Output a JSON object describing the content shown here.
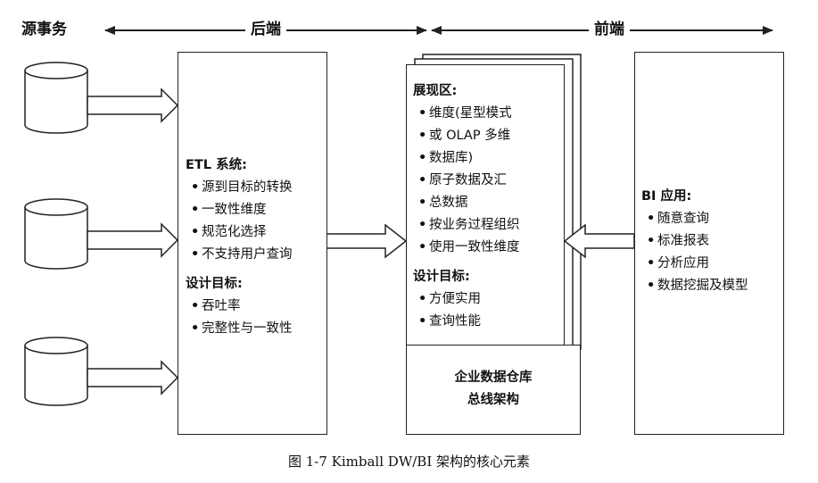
{
  "headers": {
    "source": "源事务",
    "backend": "后端",
    "frontend": "前端"
  },
  "etl": {
    "title": "ETL 系统:",
    "items": [
      "源到目标的转换",
      "一致性维度",
      "规范化选择",
      "不支持用户查询"
    ],
    "goals_title": "设计目标:",
    "goals": [
      "吞吐率",
      "完整性与一致性"
    ]
  },
  "presentation": {
    "title": "展现区:",
    "items": [
      "维度(星型模式",
      "或 OLAP 多维",
      "数据库)",
      "原子数据及汇",
      "总数据",
      "按业务过程组织",
      "使用一致性维度"
    ],
    "goals_title": "设计目标:",
    "goals": [
      "方便实用",
      "查询性能"
    ],
    "bus_line1": "企业数据仓库",
    "bus_line2": "总线架构"
  },
  "bi": {
    "title": "BI 应用:",
    "items": [
      "随意查询",
      "标准报表",
      "分析应用",
      "数据挖掘及模型"
    ]
  },
  "caption": "图 1-7 Kimball DW/BI 架构的核心元素",
  "icons": [
    "database-icon",
    "database-icon",
    "database-icon"
  ],
  "colors": {
    "line": "#222222",
    "background": "#ffffff"
  }
}
